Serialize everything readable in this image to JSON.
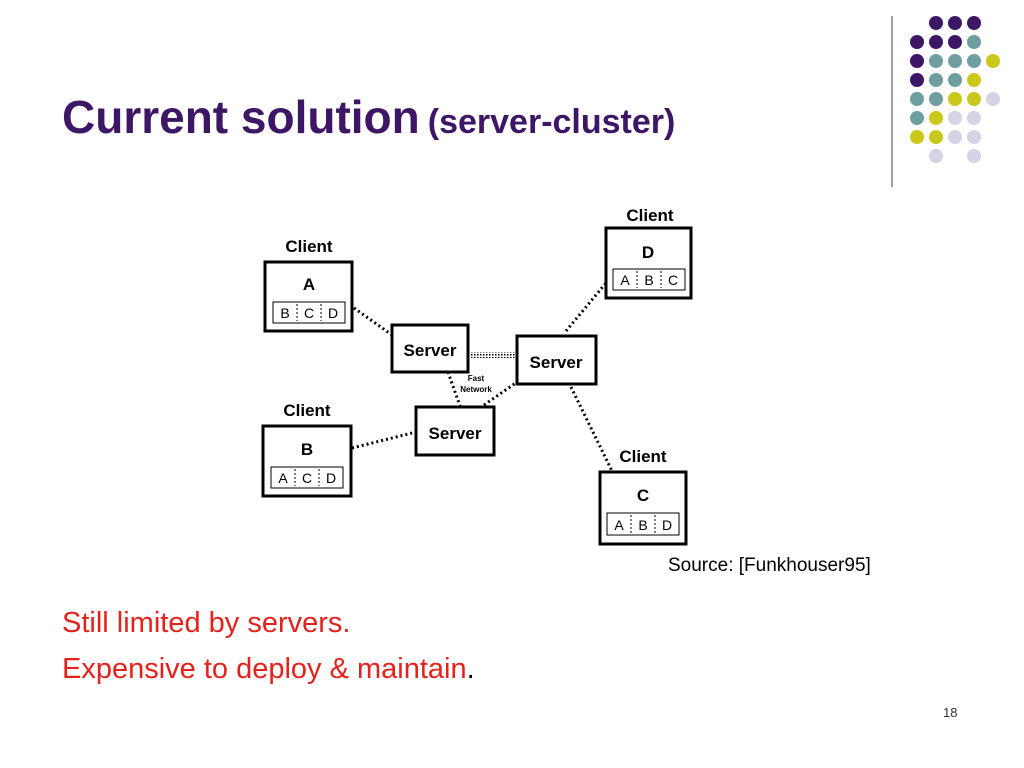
{
  "slide": {
    "title_main": "Current solution",
    "title_sub": "(server-cluster)",
    "source": "Source: [Funkhouser95]",
    "bullets": [
      {
        "text": "Still limited by servers.",
        "suffix": ""
      },
      {
        "text": "Expensive to deploy & maintain",
        "suffix": "."
      }
    ],
    "page_number": "18"
  },
  "diagram": {
    "clients": [
      {
        "heading": "Client",
        "name": "A",
        "cells": [
          "B",
          "C",
          "D"
        ]
      },
      {
        "heading": "Client",
        "name": "B",
        "cells": [
          "A",
          "C",
          "D"
        ]
      },
      {
        "heading": "Client",
        "name": "C",
        "cells": [
          "A",
          "B",
          "D"
        ]
      },
      {
        "heading": "Client",
        "name": "D",
        "cells": [
          "A",
          "B",
          "C"
        ]
      }
    ],
    "servers": [
      "Server",
      "Server",
      "Server"
    ],
    "network_label_line1": "Fast",
    "network_label_line2": "Network"
  },
  "theme": {
    "title_color": "#3d1666",
    "bullet_color": "#e4221b",
    "dot_colors": {
      "purple": "#3d1666",
      "teal": "#6f9ea0",
      "olive": "#c9c81b",
      "lavender": "#d6d3e6"
    }
  }
}
